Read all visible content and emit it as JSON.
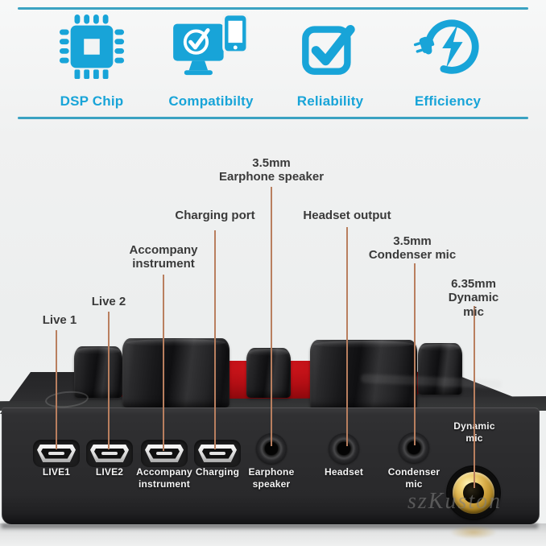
{
  "colors": {
    "accent": "#18a4d8",
    "divider": "#3aa2c2",
    "callout_line": "#b97f5f",
    "callout_text": "#3a3a3a",
    "red_panel": "#b30e14",
    "gold": "#d4a844"
  },
  "features": {
    "items": [
      {
        "label": "DSP Chip",
        "icon": "chip-icon"
      },
      {
        "label": "Compatibilty",
        "icon": "monitor-check-phone-icon"
      },
      {
        "label": "Reliability",
        "icon": "checkbox-icon"
      },
      {
        "label": "Efficiency",
        "icon": "plug-lightning-icon"
      }
    ]
  },
  "callouts": [
    {
      "label": "Live 1"
    },
    {
      "label": "Live 2"
    },
    {
      "label": "Accompany\ninstrument"
    },
    {
      "label": "Charging port"
    },
    {
      "label": "3.5mm\nEarphone speaker"
    },
    {
      "label": "Headset output"
    },
    {
      "label": "3.5mm\nCondenser mic"
    },
    {
      "label": "6.35mm\nDynamic mic"
    }
  ],
  "device": {
    "ports": [
      {
        "label": "LIVE1",
        "type": "micro-usb"
      },
      {
        "label": "LIVE2",
        "type": "micro-usb"
      },
      {
        "label": "Accompany\ninstrument",
        "type": "micro-usb"
      },
      {
        "label": "Charging",
        "type": "micro-usb"
      },
      {
        "label": "Earphone\nspeaker",
        "type": "3.5mm-jack"
      },
      {
        "label": "Headset",
        "type": "3.5mm-jack"
      },
      {
        "label": "Condenser\nmic",
        "type": "3.5mm-jack"
      },
      {
        "label": "Dynamic\nmic",
        "type": "6.35mm-jack"
      }
    ],
    "watermark": "szKuston"
  }
}
